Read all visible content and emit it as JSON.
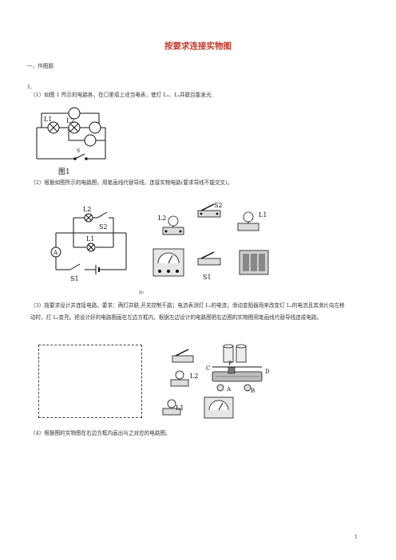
{
  "page": {
    "title": "按要求连接实物图",
    "section": "一、作图题",
    "question_number": "1.",
    "page_number": "1"
  },
  "parts": {
    "p1": "（1）如图 1 所示的电路各，在〇里填上适当电表，使灯 L₁、L₂并联且能发光.",
    "p2": "（2）根据如图所示的电路图，用笔画线代替导线，连接实物电路(要求导线不能交叉)。",
    "p3": "（3）按要求设计并连接电路。要求：两灯并联,开关控制干路；电流表测灯 L₁的电流；滑动变阻器用来改变灯 L₂的电流且其滑片向左移动时，灯 L₂变亮。把设计好的电路图画在左边方框内，根据左边设计的电路图把右边图的实物图用笔画线代替导线连成电路。",
    "p4": "（4）根据图的实物图在右边方框内画出与之对应的电路图。"
  },
  "fig1": {
    "L1": "L1",
    "L2": "L2",
    "S": "S",
    "caption": "图1"
  },
  "fig2": {
    "L2": "L2",
    "S2": "S2",
    "L1": "L1",
    "A": "A",
    "S1": "S1",
    "real_L2": "L2",
    "real_S2": "S2",
    "real_L1": "L1",
    "real_S1": "S1",
    "caption": "图1"
  },
  "fig3": {
    "L2": "L2",
    "L1": "L1",
    "C": "C",
    "P": "P",
    "D": "D",
    "A": "A",
    "B": "B"
  }
}
